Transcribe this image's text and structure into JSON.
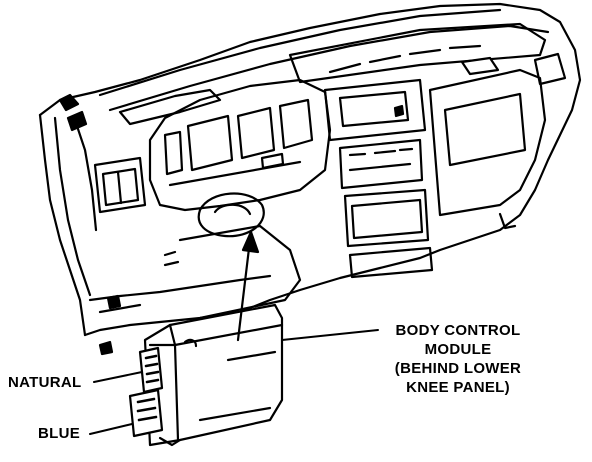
{
  "labels": {
    "module_line1": "BODY CONTROL",
    "module_line2": "MODULE",
    "module_line3": "(BEHIND LOWER",
    "module_line4": "KNEE PANEL)",
    "natural": "NATURAL",
    "blue": "BLUE"
  },
  "colors": {
    "ink": "#000000",
    "paper": "#ffffff"
  }
}
